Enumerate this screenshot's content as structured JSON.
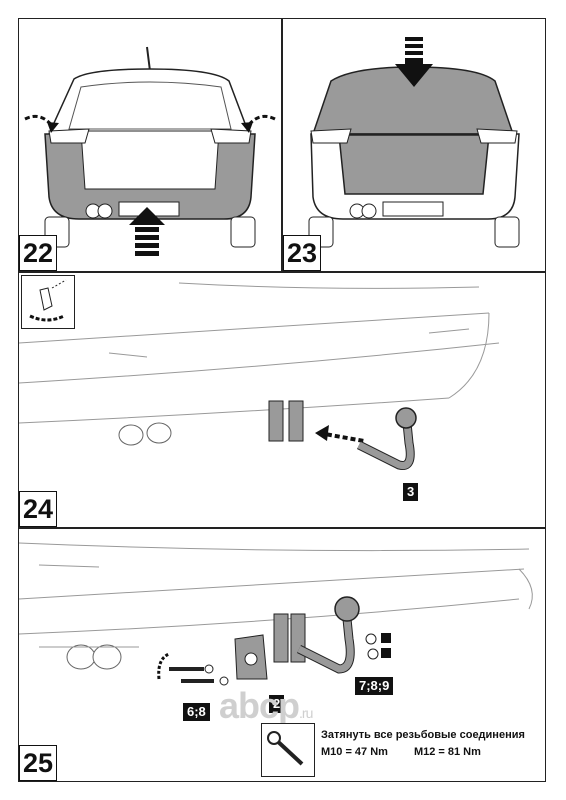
{
  "steps": [
    {
      "number": "22"
    },
    {
      "number": "23"
    },
    {
      "number": "24",
      "part_label": "3"
    },
    {
      "number": "25",
      "part_labels": [
        "6;8",
        "2",
        "7;8;9"
      ]
    }
  ],
  "torque": {
    "instruction": "Затянуть все резьбовые соединения",
    "m10": "M10 = 47 Nm",
    "m12": "M12 = 81 Nm"
  },
  "watermark": {
    "brand": "abcp",
    "suffix": ".ru"
  },
  "colors": {
    "car_highlight": "#9a9a9a",
    "line": "#1a1a1a",
    "light_line": "#888888"
  },
  "icons": [
    "tighten-wrench-icon",
    "tool-hand-icon"
  ]
}
